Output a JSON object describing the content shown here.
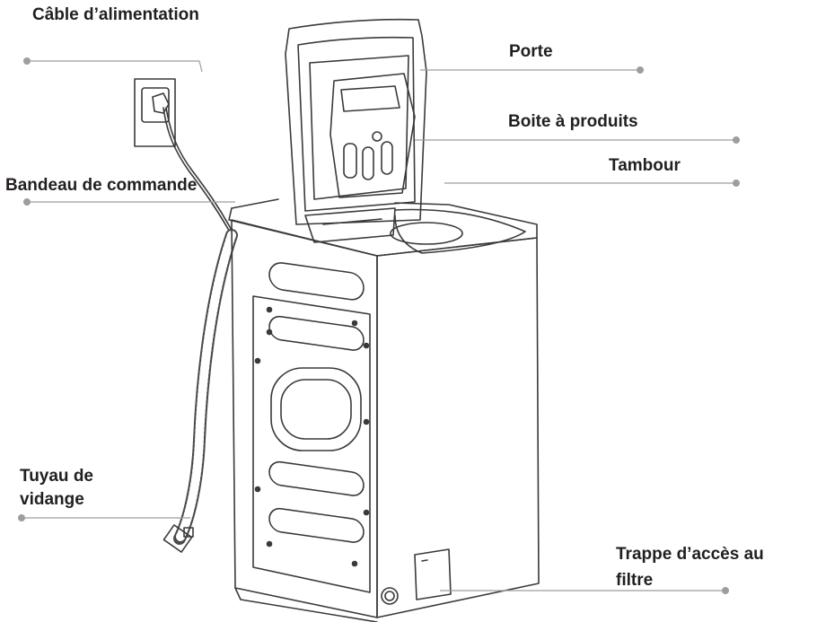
{
  "labels": {
    "cable": "Câble d’alimentation",
    "porte": "Porte",
    "boite": "Boite à produits",
    "tambour": "Tambour",
    "bandeau": "Bandeau de commande",
    "tuyau_line1": "Tuyau de",
    "tuyau_line2": "vidange",
    "trappe_line1": "Trappe d’accès au",
    "trappe_line2": "filtre"
  },
  "colors": {
    "text": "#231f20",
    "leader_line": "#9d9d9d",
    "leader_dot": "#9d9d9d",
    "outline": "#3a3a3a"
  }
}
